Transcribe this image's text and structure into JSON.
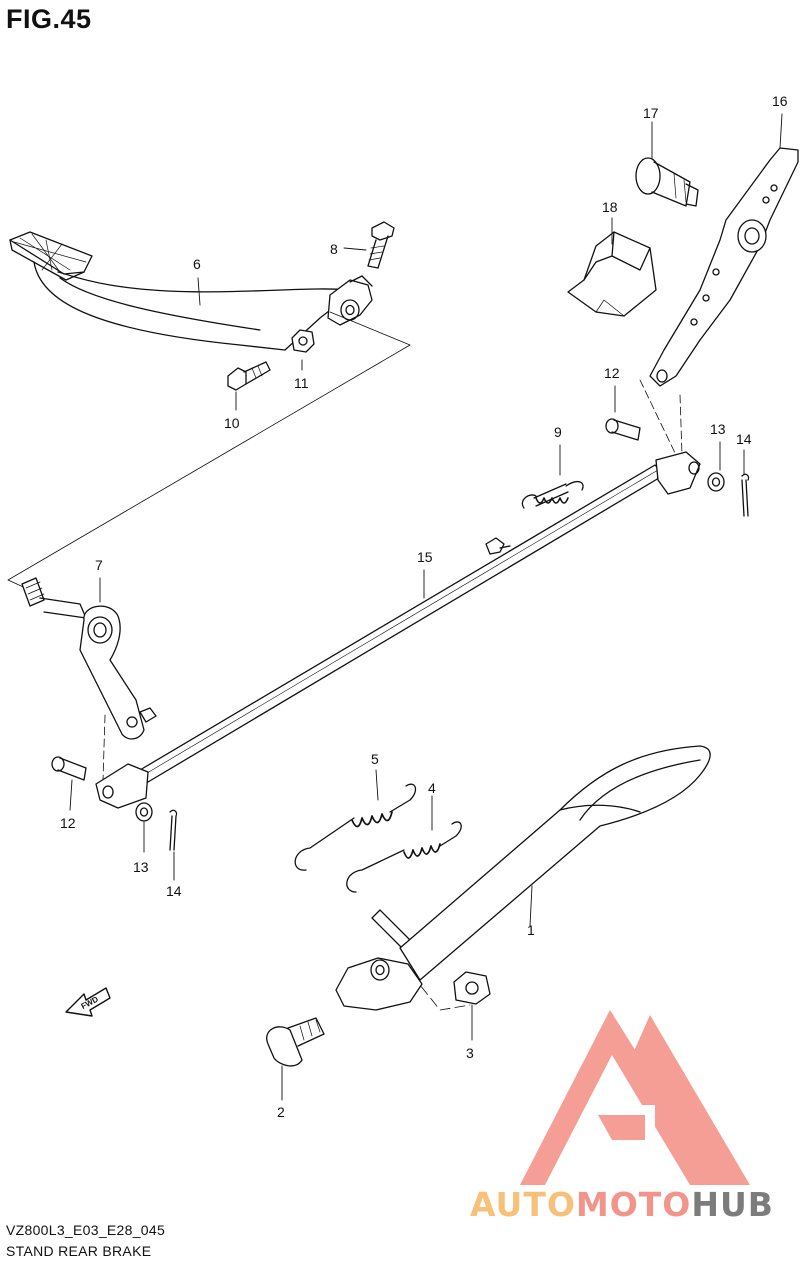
{
  "figure": {
    "title": "FIG.45"
  },
  "footer": {
    "model_code": "VZ800L3_E03_E28_045",
    "section_title": "STAND REAR BRAKE"
  },
  "direction_marker": {
    "label": "FWD"
  },
  "watermark": {
    "brand_part1": "AUTO",
    "brand_part2": "MOTO",
    "brand_part3": "HUB",
    "colors": {
      "auto": "#f7c17a",
      "moto": "#f3948a",
      "hub": "#7c7c7c",
      "logo": "#f3948a"
    }
  },
  "parts": {
    "p1": "1",
    "p2": "2",
    "p3": "3",
    "p4": "4",
    "p5": "5",
    "p6": "6",
    "p7": "7",
    "p8": "8",
    "p9": "9",
    "p10": "10",
    "p11": "11",
    "p12a": "12",
    "p12b": "12",
    "p13a": "13",
    "p13b": "13",
    "p14a": "14",
    "p14b": "14",
    "p15": "15",
    "p16": "16",
    "p17": "17",
    "p18": "18"
  }
}
